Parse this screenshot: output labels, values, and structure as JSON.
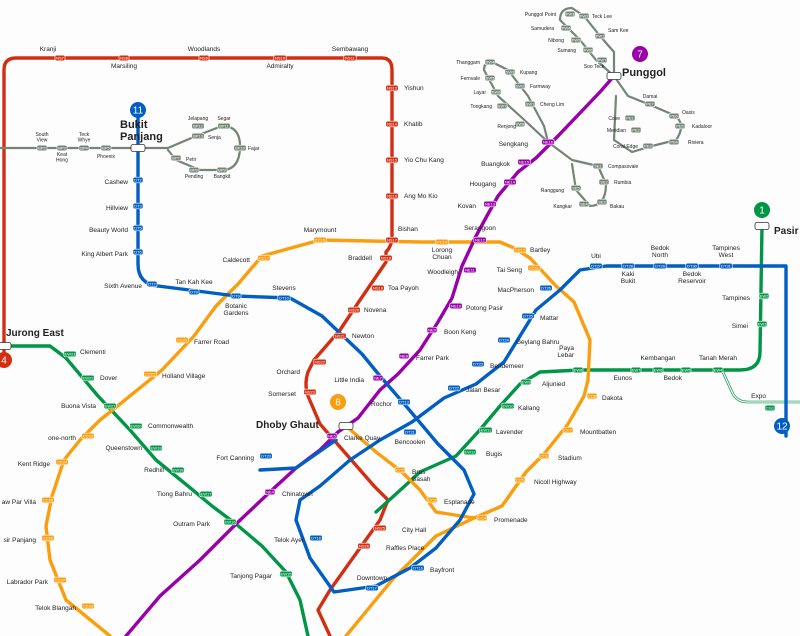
{
  "map": {
    "colors": {
      "NS": "#d42e12",
      "EW": "#009645",
      "CC": "#fa9e0d",
      "NE": "#9900aa",
      "DT": "#005ec4",
      "BP": "#748477",
      "SE": "#748477",
      "PE": "#748477"
    },
    "badges": [
      {
        "label": "11",
        "color": "#005ec4",
        "name": "line-11-badge"
      },
      {
        "label": "7",
        "color": "#9900aa",
        "name": "line-7-badge"
      },
      {
        "label": "1",
        "color": "#009645",
        "name": "line-1-badge"
      },
      {
        "label": "8",
        "color": "#fa9e0d",
        "name": "line-8-badge"
      },
      {
        "label": "12",
        "color": "#005ec4",
        "name": "line-12-badge"
      },
      {
        "label": "4",
        "color": "#d42e12",
        "name": "line-4-badge"
      }
    ],
    "interchanges": [
      {
        "label": "Bukit\nPanjang",
        "name": "bukit-panjang-label"
      },
      {
        "label": "Punggol",
        "name": "punggol-label"
      },
      {
        "label": "Jurong East",
        "name": "jurong-east-label"
      },
      {
        "label": "Dhoby Ghaut",
        "name": "dhoby-ghaut-label"
      },
      {
        "label": "Pasir R",
        "name": "pasir-ris-label"
      }
    ],
    "stations": [
      {
        "name": "Kranji",
        "code": "NS7",
        "line": "NS"
      },
      {
        "name": "Marsiling",
        "code": "NS8",
        "line": "NS"
      },
      {
        "name": "Woodlands",
        "code": "NS9",
        "line": "NS"
      },
      {
        "name": "Admiralty",
        "code": "NS10",
        "line": "NS"
      },
      {
        "name": "Sembawang",
        "code": "NS11",
        "line": "NS"
      },
      {
        "name": "Yishun",
        "code": "NS13",
        "line": "NS"
      },
      {
        "name": "Khatib",
        "code": "NS14",
        "line": "NS"
      },
      {
        "name": "Yio Chu Kang",
        "code": "NS15",
        "line": "NS"
      },
      {
        "name": "Ang Mo Kio",
        "code": "NS16",
        "line": "NS"
      },
      {
        "name": "Bishan",
        "code": "NS17",
        "line": "NS"
      },
      {
        "name": "Braddell",
        "code": "NS18",
        "line": "NS"
      },
      {
        "name": "Toa Payoh",
        "code": "NS19",
        "line": "NS"
      },
      {
        "name": "Novena",
        "code": "NS20",
        "line": "NS"
      },
      {
        "name": "Newton",
        "code": "NS21",
        "line": "NS"
      },
      {
        "name": "Orchard",
        "code": "NS22",
        "line": "NS"
      },
      {
        "name": "Somerset",
        "code": "NS23",
        "line": "NS"
      },
      {
        "name": "City Hall",
        "code": "NS25",
        "line": "NS"
      },
      {
        "name": "Raffles Place",
        "code": "NS26",
        "line": "NS"
      },
      {
        "name": "Clementi",
        "code": "EW23",
        "line": "EW"
      },
      {
        "name": "Dover",
        "code": "EW22",
        "line": "EW"
      },
      {
        "name": "Buona Vista",
        "code": "EW21",
        "line": "EW"
      },
      {
        "name": "Commonwealth",
        "code": "EW20",
        "line": "EW"
      },
      {
        "name": "Queenstown",
        "code": "EW19",
        "line": "EW"
      },
      {
        "name": "Redhill",
        "code": "EW18",
        "line": "EW"
      },
      {
        "name": "Tiong Bahru",
        "code": "EW17",
        "line": "EW"
      },
      {
        "name": "Outram Park",
        "code": "EW16",
        "line": "EW"
      },
      {
        "name": "Tanjong Pagar",
        "code": "EW15",
        "line": "EW"
      },
      {
        "name": "Lavender",
        "code": "EW11",
        "line": "EW"
      },
      {
        "name": "Kallang",
        "code": "EW10",
        "line": "EW"
      },
      {
        "name": "Aljunied",
        "code": "EW9",
        "line": "EW"
      },
      {
        "name": "Paya\nLebar",
        "code": "EW8",
        "line": "EW"
      },
      {
        "name": "Eunos",
        "code": "EW7",
        "line": "EW"
      },
      {
        "name": "Kembangan",
        "code": "EW6",
        "line": "EW"
      },
      {
        "name": "Bedok",
        "code": "EW5",
        "line": "EW"
      },
      {
        "name": "Tanah Merah",
        "code": "EW4",
        "line": "EW"
      },
      {
        "name": "Simei",
        "code": "EW3",
        "line": "EW"
      },
      {
        "name": "Tampines",
        "code": "EW2",
        "line": "EW"
      },
      {
        "name": "Expo",
        "code": "CG1",
        "line": "EW"
      },
      {
        "name": "Bugis",
        "code": "EW12",
        "line": "EW"
      },
      {
        "name": "Marymount",
        "code": "CC16",
        "line": "CC"
      },
      {
        "name": "Caldecott",
        "code": "CC17",
        "line": "CC"
      },
      {
        "name": "Lorong\nChuan",
        "code": "CC14",
        "line": "CC"
      },
      {
        "name": "Bartley",
        "code": "CC12",
        "line": "CC"
      },
      {
        "name": "Tai Seng",
        "code": "CC11",
        "line": "CC"
      },
      {
        "name": "Dakota",
        "code": "CC8",
        "line": "CC"
      },
      {
        "name": "Mountbatten",
        "code": "CC7",
        "line": "CC"
      },
      {
        "name": "Stadium",
        "code": "CC6",
        "line": "CC"
      },
      {
        "name": "Nicoll Highway",
        "code": "CC5",
        "line": "CC"
      },
      {
        "name": "Promenade",
        "code": "CC4",
        "line": "CC"
      },
      {
        "name": "Esplanade",
        "code": "CC3",
        "line": "CC"
      },
      {
        "name": "Bras\nBasah",
        "code": "CC2",
        "line": "CC"
      },
      {
        "name": "Farrer Road",
        "code": "CC20",
        "line": "CC"
      },
      {
        "name": "Holland Village",
        "code": "CC21",
        "line": "CC"
      },
      {
        "name": "one-north",
        "code": "CC23",
        "line": "CC"
      },
      {
        "name": "Kent Ridge",
        "code": "CC24",
        "line": "CC"
      },
      {
        "name": "aw Par Villa",
        "code": "CC25",
        "line": "CC"
      },
      {
        "name": "sir Panjang",
        "code": "CC26",
        "line": "CC"
      },
      {
        "name": "Labrador Park",
        "code": "CC27",
        "line": "CC"
      },
      {
        "name": "Telok Blangah",
        "code": "CC28",
        "line": "CC"
      },
      {
        "name": "Serangoon",
        "code": "NE12",
        "line": "NE"
      },
      {
        "name": "Woodleigh",
        "code": "NE11",
        "line": "NE"
      },
      {
        "name": "Potong Pasir",
        "code": "NE10",
        "line": "NE"
      },
      {
        "name": "Boon Keng",
        "code": "NE9",
        "line": "NE"
      },
      {
        "name": "Farrer Park",
        "code": "NE8",
        "line": "NE"
      },
      {
        "name": "Little India",
        "code": "NE7",
        "line": "NE"
      },
      {
        "name": "Clarke Quay",
        "code": "NE5",
        "line": "NE"
      },
      {
        "name": "Chinatown",
        "code": "NE4",
        "line": "NE"
      },
      {
        "name": "Kovan",
        "code": "NE13",
        "line": "NE"
      },
      {
        "name": "Hougang",
        "code": "NE14",
        "line": "NE"
      },
      {
        "name": "Buangkok",
        "code": "NE15",
        "line": "NE"
      },
      {
        "name": "Sengkang",
        "code": "NE16",
        "line": "NE"
      },
      {
        "name": "Cashew",
        "code": "DT2",
        "line": "DT"
      },
      {
        "name": "Hillview",
        "code": "DT3",
        "line": "DT"
      },
      {
        "name": "Beauty World",
        "code": "DT5",
        "line": "DT"
      },
      {
        "name": "King Albert Park",
        "code": "DT6",
        "line": "DT"
      },
      {
        "name": "Sixth Avenue",
        "code": "DT7",
        "line": "DT"
      },
      {
        "name": "Tan Kah Kee",
        "code": "DT8",
        "line": "DT"
      },
      {
        "name": "Botanic\nGardens",
        "code": "DT9",
        "line": "DT"
      },
      {
        "name": "Stevens",
        "code": "DT10",
        "line": "DT"
      },
      {
        "name": "Rochor",
        "code": "DT13",
        "line": "DT"
      },
      {
        "name": "Bencoolen",
        "code": "DT21",
        "line": "DT"
      },
      {
        "name": "Fort Canning",
        "code": "DT20",
        "line": "DT"
      },
      {
        "name": "Telok Ayer",
        "code": "DT18",
        "line": "DT"
      },
      {
        "name": "Downtown",
        "code": "DT17",
        "line": "DT"
      },
      {
        "name": "Bayfront",
        "code": "DT16",
        "line": "DT"
      },
      {
        "name": "Jalan Besar",
        "code": "DT22",
        "line": "DT"
      },
      {
        "name": "Bendemeer",
        "code": "DT23",
        "line": "DT"
      },
      {
        "name": "Geylang Bahru",
        "code": "DT24",
        "line": "DT"
      },
      {
        "name": "Mattar",
        "code": "DT25",
        "line": "DT"
      },
      {
        "name": "MacPherson",
        "code": "DT26",
        "line": "DT"
      },
      {
        "name": "Ubi",
        "code": "DT27",
        "line": "DT"
      },
      {
        "name": "Kaki\nBukit",
        "code": "DT28",
        "line": "DT"
      },
      {
        "name": "Bedok\nNorth",
        "code": "DT29",
        "line": "DT"
      },
      {
        "name": "Bedok\nReservoir",
        "code": "DT30",
        "line": "DT"
      },
      {
        "name": "Tampines\nWest",
        "code": "DT31",
        "line": "DT"
      },
      {
        "name": "South\nView",
        "code": "BP2",
        "line": "BP"
      },
      {
        "name": "Keat\nHong",
        "code": "BP3",
        "line": "BP"
      },
      {
        "name": "Teck\nWhye",
        "code": "BP4",
        "line": "BP"
      },
      {
        "name": "Phoenix",
        "code": "BP5",
        "line": "BP"
      },
      {
        "name": "Jelapang",
        "code": "BP12",
        "line": "BP"
      },
      {
        "name": "Segar",
        "code": "BP11",
        "line": "BP"
      },
      {
        "name": "Senja",
        "code": "BP13",
        "line": "BP"
      },
      {
        "name": "Fajar",
        "code": "BP10",
        "line": "BP"
      },
      {
        "name": "Petir",
        "code": "BP7",
        "line": "BP"
      },
      {
        "name": "Pending",
        "code": "BP8",
        "line": "BP"
      },
      {
        "name": "Bangkit",
        "code": "BP9",
        "line": "BP"
      },
      {
        "name": "Punggol Point",
        "code": "PW3",
        "line": "PE"
      },
      {
        "name": "Samudera",
        "code": "PW4",
        "line": "PE"
      },
      {
        "name": "Nibong",
        "code": "PW5",
        "line": "PE"
      },
      {
        "name": "Sumang",
        "code": "PW6",
        "line": "PE"
      },
      {
        "name": "Soo Teck",
        "code": "PW7",
        "line": "PE"
      },
      {
        "name": "Teck Lee",
        "code": "PW2",
        "line": "PE"
      },
      {
        "name": "Sam Kee",
        "code": "PW1",
        "line": "PE"
      },
      {
        "name": "Damai",
        "code": "PE7",
        "line": "PE"
      },
      {
        "name": "Oasis",
        "code": "PE6",
        "line": "PE"
      },
      {
        "name": "Kadaloor",
        "code": "PE5",
        "line": "PE"
      },
      {
        "name": "Cove",
        "code": "PE1",
        "line": "PE"
      },
      {
        "name": "Meridian",
        "code": "PE2",
        "line": "PE"
      },
      {
        "name": "Coral Edge",
        "code": "PE3",
        "line": "PE"
      },
      {
        "name": "Riviera",
        "code": "PE4",
        "line": "PE"
      },
      {
        "name": "Thanggam",
        "code": "SW4",
        "line": "SE"
      },
      {
        "name": "Kupang",
        "code": "SW3",
        "line": "SE"
      },
      {
        "name": "Fernvale",
        "code": "SW5",
        "line": "SE"
      },
      {
        "name": "Farmway",
        "code": "SW2",
        "line": "SE"
      },
      {
        "name": "Layar",
        "code": "SW6",
        "line": "SE"
      },
      {
        "name": "Cheng Lim",
        "code": "SW1",
        "line": "SE"
      },
      {
        "name": "Tongkang",
        "code": "SW7",
        "line": "SE"
      },
      {
        "name": "Renjong",
        "code": "SW8",
        "line": "SE"
      },
      {
        "name": "Compassvale",
        "code": "SE1",
        "line": "SE"
      },
      {
        "name": "Rumbia",
        "code": "SE2",
        "line": "SE"
      },
      {
        "name": "Bakau",
        "code": "SE3",
        "line": "SE"
      },
      {
        "name": "Kangkar",
        "code": "SE4",
        "line": "SE"
      },
      {
        "name": "Ranggung",
        "code": "SE5",
        "line": "SE"
      }
    ]
  }
}
